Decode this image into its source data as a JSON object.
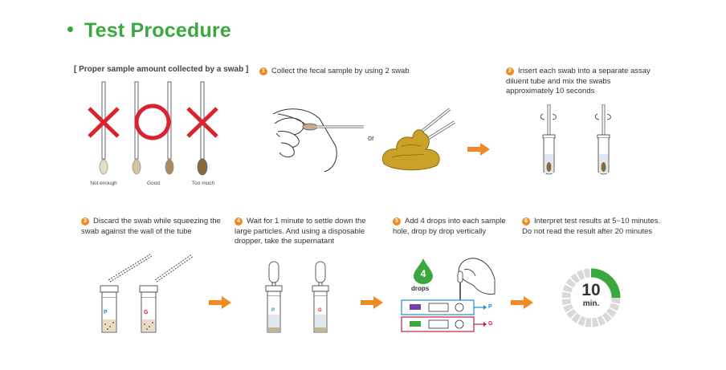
{
  "header": {
    "title": "Test Procedure"
  },
  "sample_section": {
    "heading": "[ Proper sample amount collected by a swab ]",
    "captions": [
      "Not enough",
      "Good",
      "Too much"
    ]
  },
  "steps": [
    {
      "num": "1",
      "text": "Collect the fecal sample by using 2 swab"
    },
    {
      "num": "2",
      "text": "Insert each swab into a separate assay diluent tube and mix the swabs approximately 10 seconds"
    },
    {
      "num": "3",
      "text": "Discard the swab while squeezing the swab against the wall of the tube"
    },
    {
      "num": "4",
      "text": "Wait for 1 minute to settle down the large particles. And using a disposable dropper, take the supernatant"
    },
    {
      "num": "5",
      "text": "Add 4 drops into each sample hole, drop by drop vertically"
    },
    {
      "num": "6",
      "text": "Interpret test results at 5~10 minutes. Do not read the result after 20 minutes"
    }
  ],
  "labels": {
    "or": "or",
    "drops_count": "4",
    "drops_word": "drops",
    "tube_p": "P",
    "tube_g": "G",
    "cassette_p": "P",
    "cassette_g": "G",
    "timer_value": "10",
    "timer_unit": "min."
  },
  "colors": {
    "accent_green": "#3aa83f",
    "step_orange": "#f08a24",
    "cross_red": "#d9232e",
    "sample_brown": "#8a6a3c",
    "stool_gold": "#c9a227"
  }
}
